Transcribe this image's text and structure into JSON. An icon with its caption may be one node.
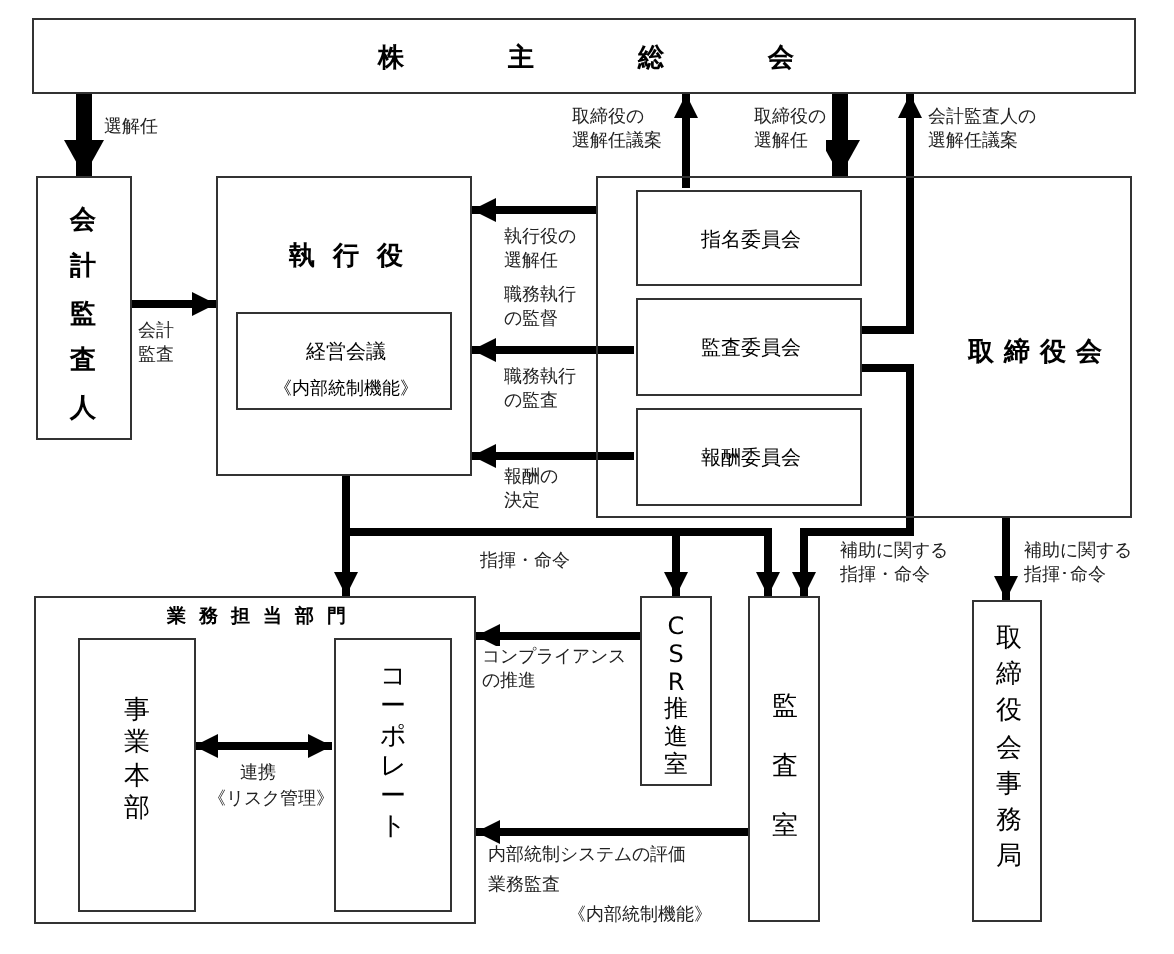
{
  "diagram": {
    "nodes": [
      {
        "text": [
          "株主総会"
        ]
      },
      {
        "text": [
          "会計監査人"
        ]
      },
      {
        "text": [
          "執行役"
        ]
      },
      {
        "text": [
          "経営会議",
          "《内部統制機能》"
        ],
        "in": 2
      },
      {
        "text": [
          "取締役会"
        ]
      },
      {
        "text": [
          "指名委員会"
        ],
        "in": 4
      },
      {
        "text": [
          "監査委員会"
        ],
        "in": 4
      },
      {
        "text": [
          "報酬委員会"
        ],
        "in": 4
      },
      {
        "text": [
          "業務担当部門"
        ]
      },
      {
        "text": [
          "事業本部"
        ],
        "in": 8
      },
      {
        "text": [
          "コーポレート"
        ],
        "in": 8
      },
      {
        "text": [
          "CSR推進室"
        ]
      },
      {
        "text": [
          "監査室"
        ]
      },
      {
        "text": [
          "取締役会事務局"
        ]
      }
    ],
    "edges": [
      {
        "from": 0,
        "to": 1,
        "arrow": "to",
        "label": "選解任",
        "style": "thick"
      },
      {
        "from": 1,
        "to": 2,
        "arrow": "to",
        "label": "会計監査"
      },
      {
        "from": 5,
        "to": 0,
        "arrow": "to",
        "label": "取締役の選解任議案"
      },
      {
        "from": 0,
        "to": 4,
        "arrow": "to",
        "label": "取締役の選解任",
        "style": "thick"
      },
      {
        "from": 6,
        "to": 0,
        "arrow": "to",
        "label": "会計監査人の選解任議案"
      },
      {
        "from": 4,
        "to": 2,
        "arrow": "to",
        "label": "執行役の選解任"
      },
      {
        "from": 6,
        "to": 2,
        "arrow": "to",
        "label": "職務執行の監査"
      },
      {
        "from": 7,
        "to": 2,
        "arrow": "to",
        "label": "報酬の決定"
      },
      {
        "from": 2,
        "to": 8,
        "arrow": "to"
      },
      {
        "from": 2,
        "to": 11,
        "arrow": "to",
        "label": "指揮・命令"
      },
      {
        "from": 2,
        "to": 12,
        "arrow": "to"
      },
      {
        "from": 6,
        "to": 12,
        "arrow": "to",
        "label": "補助に関する指揮・命令"
      },
      {
        "from": 4,
        "to": 13,
        "arrow": "to",
        "label": "補助に関する指揮･命令"
      },
      {
        "from": 11,
        "to": 8,
        "arrow": "to",
        "label": "コンプライアンスの推進"
      },
      {
        "from": 12,
        "to": 8,
        "arrow": "to",
        "label": "内部統制システムの評価"
      },
      {
        "from": 9,
        "to": 10,
        "arrow": "both",
        "label": "連携"
      }
    ],
    "labels": [
      "職務執行の監督",
      "《リスク管理》",
      "業務監査",
      "《内部統制機能》"
    ]
  }
}
